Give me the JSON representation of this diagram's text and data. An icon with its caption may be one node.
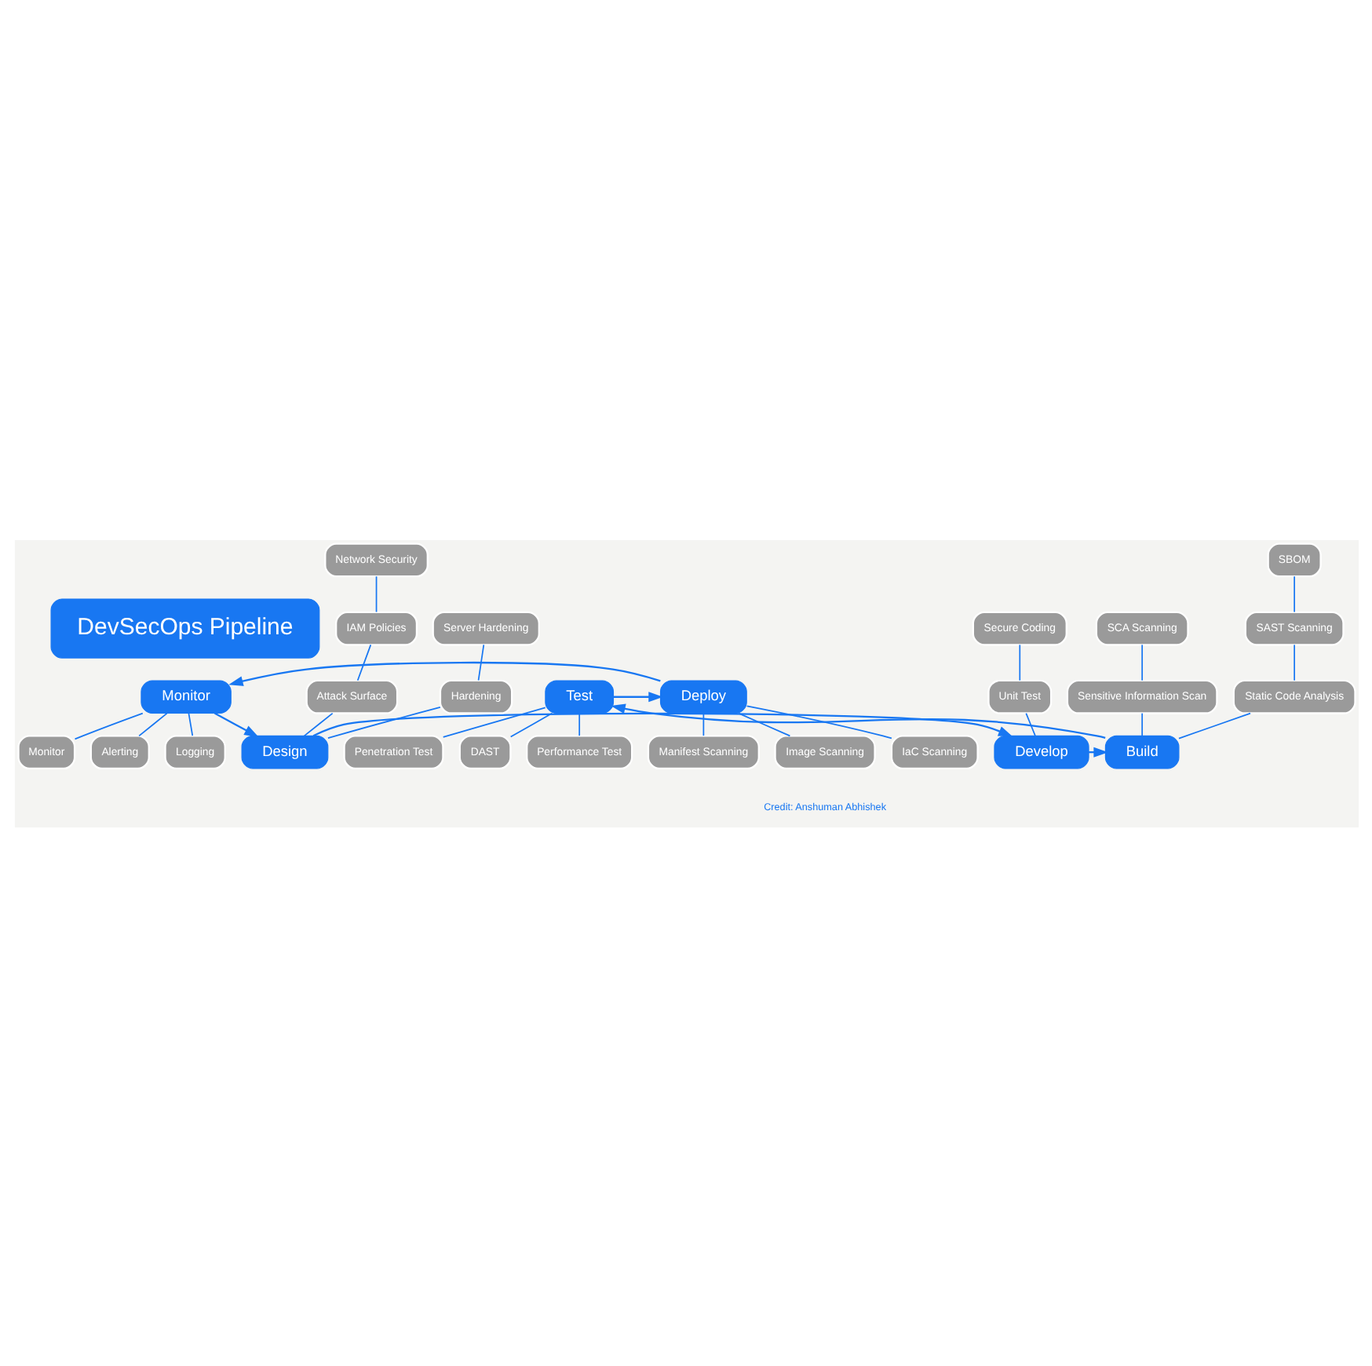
{
  "diagram": {
    "nodes": [
      {
        "text": [
          "DevSecOps Pipeline"
        ]
      },
      {
        "text": [
          "Design"
        ]
      },
      {
        "text": [
          "Develop"
        ]
      },
      {
        "text": [
          "Build"
        ]
      },
      {
        "text": [
          "Test"
        ]
      },
      {
        "text": [
          "Deploy"
        ]
      },
      {
        "text": [
          "Monitor"
        ]
      },
      {
        "text": [
          "Network Security"
        ]
      },
      {
        "text": [
          "IAM Policies"
        ]
      },
      {
        "text": [
          "Attack Surface"
        ]
      },
      {
        "text": [
          "Server Hardening"
        ]
      },
      {
        "text": [
          "Hardening"
        ]
      },
      {
        "text": [
          "Secure Coding"
        ]
      },
      {
        "text": [
          "Unit Test"
        ]
      },
      {
        "text": [
          "SBOM"
        ]
      },
      {
        "text": [
          "SAST Scanning"
        ]
      },
      {
        "text": [
          "Static Code Analysis"
        ]
      },
      {
        "text": [
          "SCA Scanning"
        ]
      },
      {
        "text": [
          "Sensitive Information Scan"
        ]
      },
      {
        "text": [
          "Performance Test"
        ]
      },
      {
        "text": [
          "Penetration Test"
        ]
      },
      {
        "text": [
          "DAST"
        ]
      },
      {
        "text": [
          "IaC Scanning"
        ]
      },
      {
        "text": [
          "Manifest Scanning"
        ]
      },
      {
        "text": [
          "Image Scanning"
        ]
      },
      {
        "text": [
          "Monitor"
        ]
      },
      {
        "text": [
          "Alerting"
        ]
      },
      {
        "text": [
          "Logging"
        ]
      }
    ],
    "edges": [
      {
        "from": 1,
        "to": 2,
        "arrow": "to"
      },
      {
        "from": 2,
        "to": 3,
        "arrow": "to"
      },
      {
        "from": 3,
        "to": 4,
        "arrow": "to"
      },
      {
        "from": 4,
        "to": 5,
        "arrow": "to"
      },
      {
        "from": 5,
        "to": 6,
        "arrow": "to"
      },
      {
        "from": 6,
        "to": 1,
        "arrow": "to"
      },
      {
        "from": 7,
        "to": 8,
        "arrow": "none"
      },
      {
        "from": 8,
        "to": 9,
        "arrow": "none"
      },
      {
        "from": 10,
        "to": 11,
        "arrow": "none"
      },
      {
        "from": 9,
        "to": 1,
        "arrow": "none"
      },
      {
        "from": 11,
        "to": 1,
        "arrow": "none"
      },
      {
        "from": 12,
        "to": 13,
        "arrow": "none"
      },
      {
        "from": 13,
        "to": 2,
        "arrow": "none"
      },
      {
        "from": 14,
        "to": 15,
        "arrow": "none"
      },
      {
        "from": 15,
        "to": 16,
        "arrow": "none"
      },
      {
        "from": 17,
        "to": 18,
        "arrow": "none"
      },
      {
        "from": 18,
        "to": 3,
        "arrow": "none"
      },
      {
        "from": 16,
        "to": 3,
        "arrow": "none"
      },
      {
        "from": 4,
        "to": 19,
        "arrow": "none"
      },
      {
        "from": 4,
        "to": 20,
        "arrow": "none"
      },
      {
        "from": 4,
        "to": 21,
        "arrow": "none"
      },
      {
        "from": 5,
        "to": 22,
        "arrow": "none"
      },
      {
        "from": 5,
        "to": 23,
        "arrow": "none"
      },
      {
        "from": 5,
        "to": 24,
        "arrow": "none"
      },
      {
        "from": 6,
        "to": 25,
        "arrow": "none"
      },
      {
        "from": 6,
        "to": 26,
        "arrow": "none"
      },
      {
        "from": 6,
        "to": 27,
        "arrow": "none"
      }
    ],
    "labels": [
      "Credit: Anshuman Abhishek"
    ]
  }
}
